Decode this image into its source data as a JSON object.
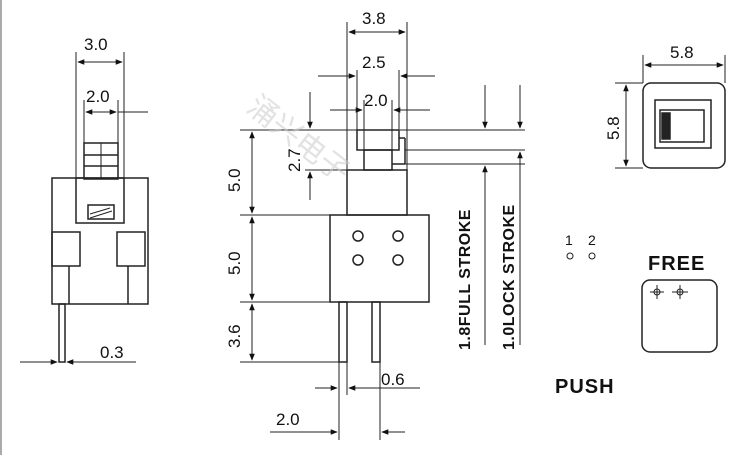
{
  "left_view": {
    "dim_width_top": "3.0",
    "dim_width_plunger": "2.0",
    "dim_pin": "0.3"
  },
  "side_view": {
    "dim_overall_width": "3.8",
    "dim_cap_width": "2.5",
    "dim_plunger_width": "2.0",
    "dim_plunger_height": "2.7",
    "dim_upper_height": "5.0",
    "dim_body_height": "5.0",
    "dim_pin_height": "3.6",
    "dim_pin_gap": "0.6",
    "dim_pin_pitch": "2.0",
    "label_full_stroke": "1.8FULL STROKE",
    "label_lock_stroke": "1.0LOCK STROKE"
  },
  "top_view": {
    "dim_width": "5.8",
    "dim_height": "5.8"
  },
  "schematic": {
    "pin_label_1": "1",
    "pin_label_2": "2",
    "label_free": "FREE",
    "label_push": "PUSH"
  },
  "watermark": {
    "text": "涌兴电子"
  }
}
